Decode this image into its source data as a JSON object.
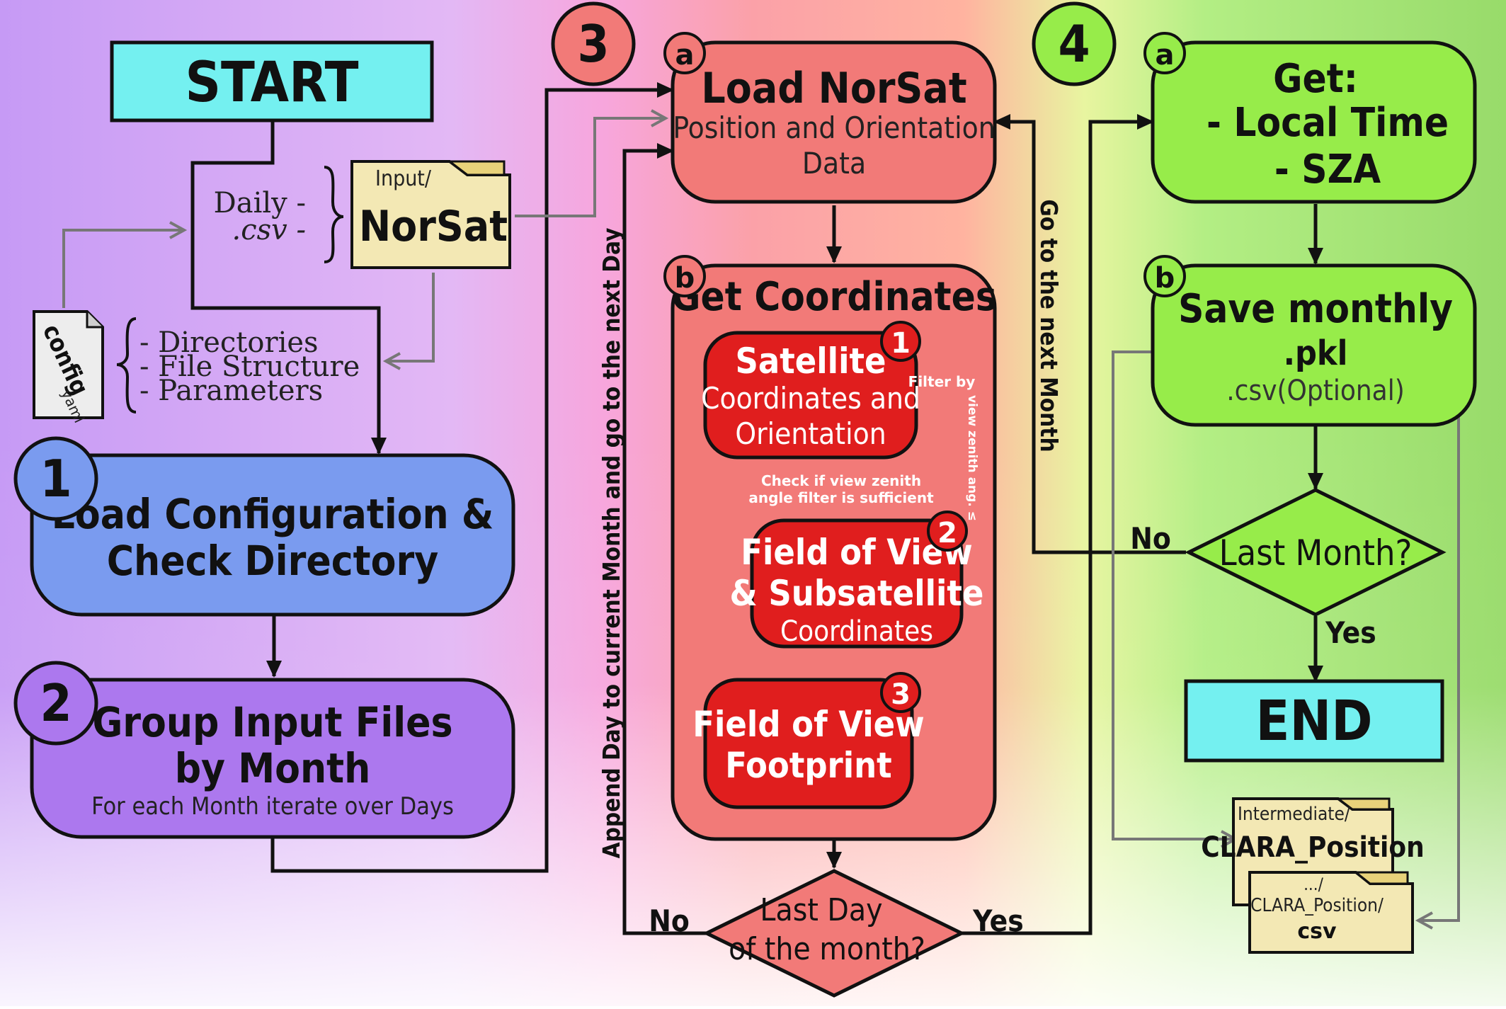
{
  "start": "START",
  "end": "END",
  "input_folder": {
    "prefix": "Input/",
    "name": "NorSat"
  },
  "daily_label": {
    "line1": "Daily -",
    "line2": ".csv -"
  },
  "config_file": {
    "name": "config",
    "ext": "yaml"
  },
  "config_items": [
    "- Directories",
    "- File Structure",
    "- Parameters"
  ],
  "step1": {
    "num": "1",
    "line1": "Load Configuration &",
    "line2": "Check Directory"
  },
  "step2": {
    "num": "2",
    "line1": "Group Input Files",
    "line2": "by Month",
    "sub": "For each Month iterate over Days"
  },
  "step3": {
    "num": "3",
    "a": {
      "badge": "a",
      "title": "Load NorSat",
      "line2": "Position and Orientation",
      "line3": "Data"
    },
    "b": {
      "badge": "b",
      "title": "Get Coordinates"
    },
    "sub1": {
      "num": "1",
      "title": "Satellite",
      "line2": "Coordinates and",
      "line3": "Orientation"
    },
    "sub2": {
      "num": "2",
      "line1": "Field of View",
      "line2": "& Subsatellite",
      "line3": "Coordinates"
    },
    "sub3": {
      "num": "3",
      "line1": "Field of View",
      "line2": "Footprint"
    },
    "filter_label": {
      "line1": "Filter by",
      "vertical": "view zenith ang. ≤"
    },
    "check_label": {
      "line1": "Check if view zenith",
      "line2": "angle filter is sufficient"
    },
    "decision": {
      "line1": "Last Day",
      "line2": "of the month?",
      "no": "No",
      "yes": "Yes"
    },
    "loop_label": "Append Day to current Month and go to the next Day"
  },
  "step4": {
    "num": "4",
    "a": {
      "badge": "a",
      "line1": "Get:",
      "line2": "- Local Time",
      "line3": "- SZA"
    },
    "b": {
      "badge": "b",
      "line1": "Save monthly",
      "line2": ".pkl",
      "line3": ".csv(Optional)"
    },
    "decision": {
      "label": "Last Month?",
      "no": "No",
      "yes": "Yes"
    },
    "loop_label": "Go to the next Month"
  },
  "output_folders": {
    "pkl": {
      "prefix": "Intermediate/",
      "name": "CLARA_Position"
    },
    "csv": {
      "prefix": ".../",
      "line2": "CLARA_Position/",
      "name": "csv"
    }
  },
  "colors": {
    "start_end": "#74F0F0",
    "step1": "#7A9BEF",
    "step2": "#AC78EE",
    "step3_box": "#F27A78",
    "step3_sub": "#E01E1E",
    "step4_box": "#97EC4A",
    "folder": "#F3E8B4",
    "folder_tab": "#E8D27A"
  }
}
